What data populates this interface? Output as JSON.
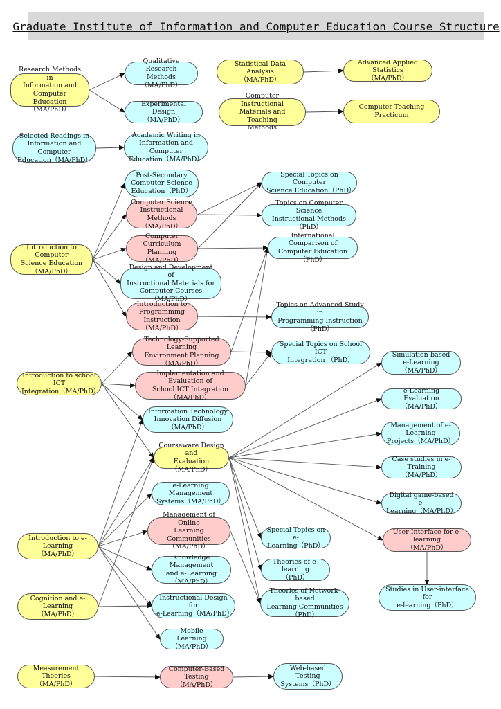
{
  "title": "Graduate Institute of Information and Computer Education Course Structure",
  "colors": {
    "core": "#ffff99",
    "elective": "#ccffff",
    "required": "#ffcccc",
    "line": "#555555"
  },
  "nodes": [
    {
      "id": "rm",
      "label": "Research Methods in\nInformation and Computer\nEducation（MA/PhD）",
      "color": "yellow"
    },
    {
      "id": "qr",
      "label": "Qualitative Research\nMethods（MA/PhD）",
      "color": "cyan"
    },
    {
      "id": "ed",
      "label": "Experimental Design\n（MA/PhD）",
      "color": "cyan"
    },
    {
      "id": "sda",
      "label": "Statistical Data Analysis\n（MA/PhD）",
      "color": "yellow"
    },
    {
      "id": "aas",
      "label": "Advanced Applied Statistics\n（MA/PhD）",
      "color": "yellow"
    },
    {
      "id": "cim",
      "label": "Computer Instructional\nMaterials and Teaching\nMethods",
      "color": "yellow"
    },
    {
      "id": "ctp",
      "label": "Computer Teaching Practicum",
      "color": "yellow"
    },
    {
      "id": "sr",
      "label": "Selected Readings in\nInformation and Computer\nEducation（MA/PhD）",
      "color": "cyan"
    },
    {
      "id": "aw",
      "label": "Academic Writing in\nInformation and Computer\nEducation（MA/PhD）",
      "color": "cyan"
    },
    {
      "id": "icse",
      "label": "Introduction to Computer\nScience Education\n（MA/PhD）",
      "color": "yellow"
    },
    {
      "id": "pscse",
      "label": "Post-Secondary\nComputer Science\nEducation（PhD）",
      "color": "cyan"
    },
    {
      "id": "csim",
      "label": "Computer Science\nInstructional Methods\n（MA/PhD）",
      "color": "pink"
    },
    {
      "id": "ccp",
      "label": "Computer Curriculum\nPlanning\n（MA/PhD）",
      "color": "pink"
    },
    {
      "id": "ddim",
      "label": "Design and Development of\nInstructional Materials for\nComputer Courses（MA/PhD）",
      "color": "cyan"
    },
    {
      "id": "ipi",
      "label": "Introduction to\nProgramming Instruction\n（MA/PhD）",
      "color": "pink"
    },
    {
      "id": "stcse",
      "label": "Special Topics on Computer\nScience Education（PhD）",
      "color": "cyan"
    },
    {
      "id": "tcsim",
      "label": "Topics on Computer Science\nInstructional Methods（PhD）",
      "color": "cyan"
    },
    {
      "id": "icce",
      "label": "International Comparison of\nComputer Education（PhD）",
      "color": "cyan"
    },
    {
      "id": "taspi",
      "label": "Topics on Advanced Study in\nProgramming Instruction（PhD）",
      "color": "cyan"
    },
    {
      "id": "isict",
      "label": "Introduction to school ICT\nIntegration（MA/PhD）",
      "color": "yellow"
    },
    {
      "id": "tslep",
      "label": "Technology-Supported Learning\nEnvironment Planning\n（MA/PhD）",
      "color": "pink"
    },
    {
      "id": "iesict",
      "label": "Implementation and Evaluation of\nSchool ICT Integration（MA/PhD）",
      "color": "pink"
    },
    {
      "id": "stsict",
      "label": "Special Topics on School ICT\nIntegration （PhD）",
      "color": "cyan"
    },
    {
      "id": "itid",
      "label": "Information Technology\nInnovation Diffusion\n（MA/PhD）",
      "color": "cyan"
    },
    {
      "id": "cde",
      "label": "Courseware Design and\nEvaluation（MA/PhD）",
      "color": "yellow"
    },
    {
      "id": "sbel",
      "label": "Simulation-based\ne-Learning（MA/PhD）",
      "color": "cyan"
    },
    {
      "id": "ele",
      "label": "e-Learning Evaluation\n（MA/PhD）",
      "color": "cyan"
    },
    {
      "id": "melp",
      "label": "Management of e-Learning\nProjects（MA/PhD）",
      "color": "cyan"
    },
    {
      "id": "cset",
      "label": "Case studies in e-Training\n（MA/PhD）",
      "color": "cyan"
    },
    {
      "id": "dgbel",
      "label": "Digital game-based e-\nLearning（MA/PhD）",
      "color": "cyan"
    },
    {
      "id": "uiel",
      "label": "User Interface for e-learning\n（MA/PhD）",
      "color": "pink"
    },
    {
      "id": "suiel",
      "label": "Studies in User-interface for\ne-learning（PhD）",
      "color": "cyan"
    },
    {
      "id": "elms",
      "label": "e-Learning Management\nSystems（MA/PhD）",
      "color": "cyan"
    },
    {
      "id": "molc",
      "label": "Management of Online\nLearning Communities\n（MA/PhD）",
      "color": "pink"
    },
    {
      "id": "kmel",
      "label": "Knowledge Management\nand e-Learning\n（MA/PhD）",
      "color": "cyan"
    },
    {
      "id": "idel",
      "label": "Instructional Design for\ne-Learning（MA/PhD）",
      "color": "cyan"
    },
    {
      "id": "ml",
      "label": "Mobile Learning\n（MA/PhD）",
      "color": "cyan"
    },
    {
      "id": "stel",
      "label": "Special Topics on e-\nLearning（PhD）",
      "color": "cyan"
    },
    {
      "id": "toel",
      "label": "Theories of e-learning\n（PhD）",
      "color": "cyan"
    },
    {
      "id": "tnblc",
      "label": "Theories of Network-based\nLearning Communities\n（PhD）",
      "color": "cyan"
    },
    {
      "id": "iel",
      "label": "Introduction to e-Learning\n（MA/PhD）",
      "color": "yellow"
    },
    {
      "id": "cel",
      "label": "Cognition and e-Learning\n（MA/PhD）",
      "color": "yellow"
    },
    {
      "id": "mt",
      "label": "Measurement Theories\n（MA/PhD）",
      "color": "yellow"
    },
    {
      "id": "cbt",
      "label": "Computer-Based Testing\n（MA/PhD）",
      "color": "pink"
    },
    {
      "id": "wbts",
      "label": "Web-based Testing\nSystems（PhD）",
      "color": "cyan"
    }
  ],
  "edges": [
    [
      "rm",
      "qr"
    ],
    [
      "rm",
      "ed"
    ],
    [
      "sda",
      "aas"
    ],
    [
      "cim",
      "ctp"
    ],
    [
      "sr",
      "aw"
    ],
    [
      "icse",
      "pscse"
    ],
    [
      "icse",
      "csim"
    ],
    [
      "icse",
      "ccp"
    ],
    [
      "icse",
      "ddim"
    ],
    [
      "icse",
      "ipi"
    ],
    [
      "csim",
      "stcse"
    ],
    [
      "csim",
      "tcsim"
    ],
    [
      "ccp",
      "stcse"
    ],
    [
      "ccp",
      "icce"
    ],
    [
      "ipi",
      "taspi"
    ],
    [
      "isict",
      "tslep"
    ],
    [
      "isict",
      "iesict"
    ],
    [
      "isict",
      "itid"
    ],
    [
      "isict",
      "cde"
    ],
    [
      "tslep",
      "stsict"
    ],
    [
      "tslep",
      "icce"
    ],
    [
      "iesict",
      "stsict"
    ],
    [
      "iesict",
      "icce"
    ],
    [
      "cde",
      "sbel"
    ],
    [
      "cde",
      "ele"
    ],
    [
      "cde",
      "melp"
    ],
    [
      "cde",
      "cset"
    ],
    [
      "cde",
      "dgbel"
    ],
    [
      "cde",
      "uiel"
    ],
    [
      "cde",
      "stel"
    ],
    [
      "cde",
      "toel"
    ],
    [
      "cde",
      "tnblc"
    ],
    [
      "uiel",
      "suiel"
    ],
    [
      "molc",
      "tnblc"
    ],
    [
      "iel",
      "itid"
    ],
    [
      "iel",
      "cde"
    ],
    [
      "iel",
      "elms"
    ],
    [
      "iel",
      "molc"
    ],
    [
      "iel",
      "kmel"
    ],
    [
      "iel",
      "idel"
    ],
    [
      "iel",
      "ml"
    ],
    [
      "cel",
      "cde"
    ],
    [
      "cel",
      "idel"
    ],
    [
      "mt",
      "cbt"
    ],
    [
      "cbt",
      "wbts"
    ]
  ]
}
